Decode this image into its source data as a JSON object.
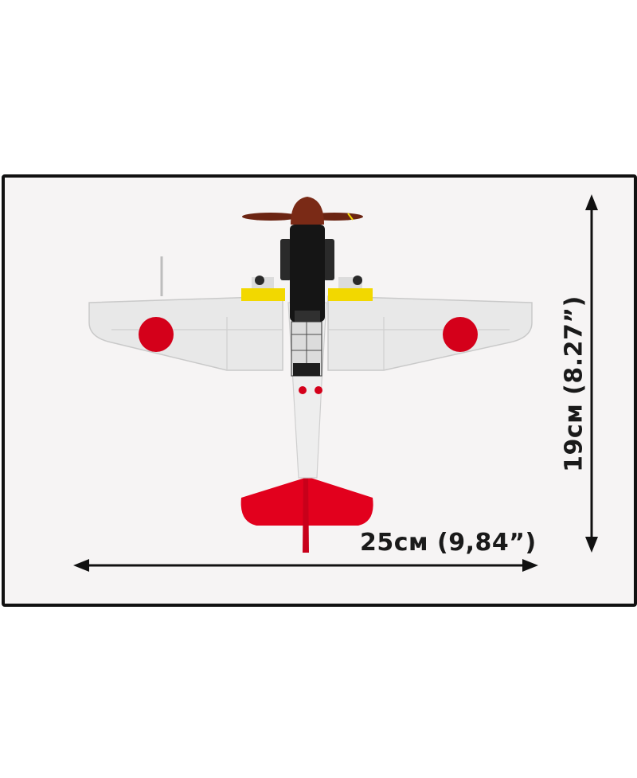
{
  "product": {
    "name": "aircraft-model-top-view",
    "colors": {
      "frame": "#111111",
      "background": "#f6f4f4",
      "wing": "#e6e6e6",
      "roundel": "#d4001a",
      "tail": "#e2001d",
      "cowling": "#151515",
      "propeller": "#7a2a16",
      "wing_accent": "#f2d800"
    }
  },
  "dimensions": {
    "width_label": "25см (9,84”)",
    "height_label": "19см (8.27”)"
  }
}
